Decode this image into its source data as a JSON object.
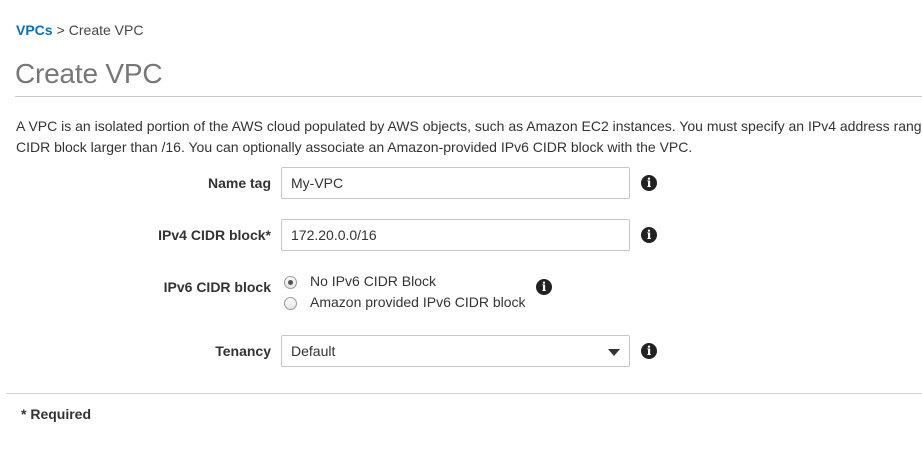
{
  "breadcrumb": {
    "link_label": "VPCs",
    "separator": ">",
    "current": "Create VPC"
  },
  "page_title": "Create VPC",
  "description": {
    "line1": "A VPC is an isolated portion of the AWS cloud populated by AWS objects, such as Amazon EC2 instances. You must specify an IPv4 address rang",
    "line2": "CIDR block larger than /16. You can optionally associate an Amazon-provided IPv6 CIDR block with the VPC."
  },
  "form": {
    "name_tag": {
      "label": "Name tag",
      "value": "My-VPC",
      "info_icon": "info-icon"
    },
    "ipv4_cidr": {
      "label": "IPv4 CIDR block*",
      "value": "172.20.0.0/16",
      "info_icon": "info-icon"
    },
    "ipv6_cidr": {
      "label": "IPv6 CIDR block",
      "options": [
        {
          "label": "No IPv6 CIDR Block",
          "selected": true
        },
        {
          "label": "Amazon provided IPv6 CIDR block",
          "selected": false
        }
      ],
      "info_icon": "info-icon"
    },
    "tenancy": {
      "label": "Tenancy",
      "selected": "Default",
      "info_icon": "info-icon"
    }
  },
  "info_glyph": "i",
  "required_note": "* Required"
}
